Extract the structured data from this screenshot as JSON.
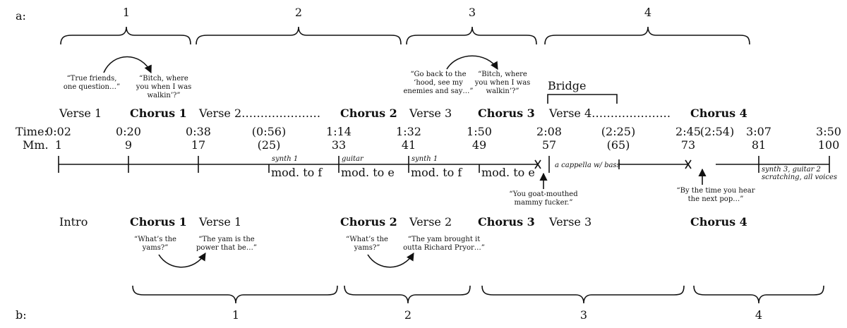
{
  "colors": {
    "ink": "#111111",
    "background": "#ffffff"
  },
  "version_a": {
    "label": "a:",
    "section_numbers": [
      "1",
      "2",
      "3",
      "4"
    ],
    "quotes": {
      "true_friends": [
        "“True friends,",
        "one question…”"
      ],
      "bitch_1": [
        "“Bitch, where",
        "you when I was",
        "walkin’?”"
      ],
      "go_back": [
        "“Go back to the",
        "‘hood, see my",
        "enemies and say…”"
      ],
      "bitch_2": [
        "“Bitch, where",
        "you when I was",
        "walkin’?”"
      ]
    },
    "bridge": "Bridge",
    "sections": {
      "verse1": "Verse 1",
      "chorus1": "Chorus 1",
      "verse2": "Verse 2…………………",
      "chorus2": "Chorus 2",
      "verse3": "Verse 3",
      "chorus3": "Chorus 3",
      "verse4": "Verse 4…………………",
      "chorus4": "Chorus 4"
    }
  },
  "timeline": {
    "time_label": "Time:",
    "measures_label": "Mm.",
    "times": [
      "0:02",
      "0:20",
      "0:38",
      "(0:56)",
      "1:14",
      "1:32",
      "1:50",
      "2:08",
      "(2:25)",
      "2:45",
      "(2:54)",
      "3:07",
      "3:50"
    ],
    "measures": [
      "1",
      "9",
      "17",
      "(25)",
      "33",
      "41",
      "49",
      "57",
      "(65)",
      "73",
      "81",
      "100"
    ],
    "instruments": {
      "synth1_a": "synth 1",
      "guitar": "guitar",
      "synth1_b": "synth 1",
      "acappella": "a cappella w/ bass",
      "end_line1": "synth 3, guitar 2",
      "end_line2": "scratching, all voices"
    },
    "modulations": [
      "mod. to f",
      "mod. to e",
      "mod. to f",
      "mod. to e"
    ],
    "markers": {
      "goat": [
        "“You goat-mouthed",
        "mammy fucker.”"
      ],
      "next_pop": [
        "“By the time you hear",
        "the next pop…”"
      ]
    }
  },
  "version_b": {
    "label": "b:",
    "section_numbers": [
      "1",
      "2",
      "3",
      "4"
    ],
    "sections": {
      "intro": "Intro",
      "chorus1": "Chorus 1",
      "verse1": "Verse 1",
      "chorus2": "Chorus 2",
      "verse2": "Verse 2",
      "chorus3": "Chorus 3",
      "verse3": "Verse 3",
      "chorus4": "Chorus 4"
    },
    "quotes": {
      "yams1": [
        "“What’s the",
        "yams?”"
      ],
      "yam_power": [
        "“The yam is the",
        "power that be…”"
      ],
      "yams2": [
        "“What’s the",
        "yams?”"
      ],
      "yam_pryor": [
        "“The yam brought it",
        "outta Richard Pryor…”"
      ]
    }
  }
}
